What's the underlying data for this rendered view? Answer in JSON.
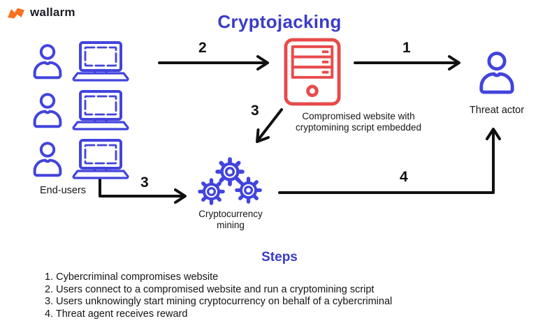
{
  "brand": {
    "logo_text": "wallarm"
  },
  "title": "Cryptojacking",
  "diagram": {
    "end_users_label": "End-users",
    "server_caption": "Compromised website with cryptomining script embedded",
    "threat_actor_label": "Threat actor",
    "mining_label": "Cryptocurrency mining",
    "arrow_labels": {
      "step1": "1",
      "step2": "2",
      "step3_from_server": "3",
      "step3_from_users": "3",
      "step4": "4"
    }
  },
  "steps": {
    "heading": "Steps",
    "items": [
      "1. Cybercriminal compromises website",
      "2. Users connect to a compromised website and run a cryptomining script",
      "3. Users unknowingly start mining cryptocurrency on behalf of a cybercriminal",
      "4. Threat agent receives reward"
    ]
  },
  "colors": {
    "accent_blue": "#4244dc",
    "title_indigo": "#3a3cc8",
    "alert_red": "#e84b4b",
    "brand_orange": "#f9731f",
    "text_black": "#1c1c1c"
  }
}
